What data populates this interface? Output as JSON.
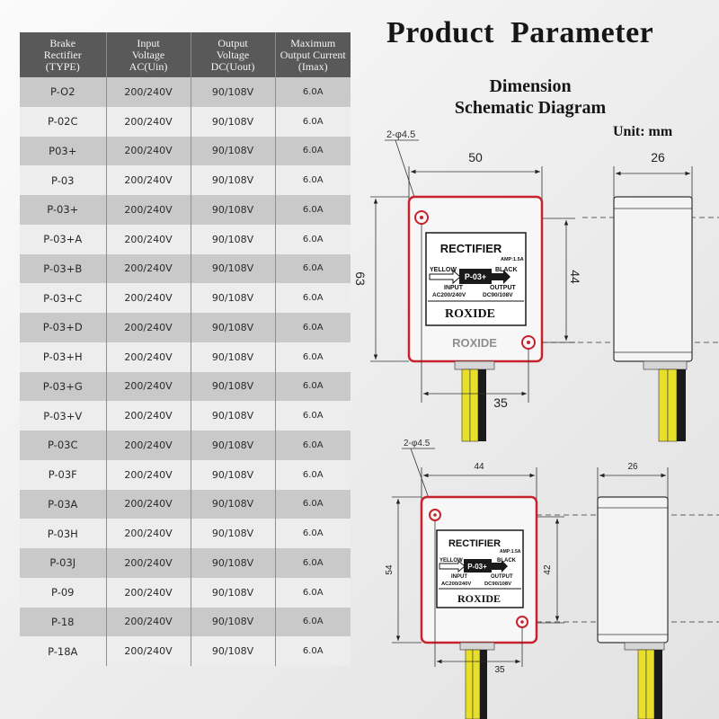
{
  "title": "Product  Parameter",
  "subtitle": [
    "Dimension",
    "Schematic Diagram"
  ],
  "unit_label": "Unit: mm",
  "table": {
    "headers": [
      [
        "Brake",
        "Rectifier",
        "(TYPE)"
      ],
      [
        "Input",
        "Voltage",
        "AC(Uin)"
      ],
      [
        "Output",
        "Voltage",
        "DC(Uout)"
      ],
      [
        "Maximum",
        "Output Current",
        "(Imax)"
      ]
    ],
    "rows": [
      [
        "P-O2",
        "200/240V",
        "90/108V",
        "6.0A"
      ],
      [
        "P-02C",
        "200/240V",
        "90/108V",
        "6.0A"
      ],
      [
        "P03+",
        "200/240V",
        "90/108V",
        "6.0A"
      ],
      [
        "P-03",
        "200/240V",
        "90/108V",
        "6.0A"
      ],
      [
        "P-03+",
        "200/240V",
        "90/108V",
        "6.0A"
      ],
      [
        "P-03+A",
        "200/240V",
        "90/108V",
        "6.0A"
      ],
      [
        "P-03+B",
        "200/240V",
        "90/108V",
        "6.0A"
      ],
      [
        "P-03+C",
        "200/240V",
        "90/108V",
        "6.0A"
      ],
      [
        "P-03+D",
        "200/240V",
        "90/108V",
        "6.0A"
      ],
      [
        "P-03+H",
        "200/240V",
        "90/108V",
        "6.0A"
      ],
      [
        "P-03+G",
        "200/240V",
        "90/108V",
        "6.0A"
      ],
      [
        "P-03+V",
        "200/240V",
        "90/108V",
        "6.0A"
      ],
      [
        "P-03C",
        "200/240V",
        "90/108V",
        "6.0A"
      ],
      [
        "P-03F",
        "200/240V",
        "90/108V",
        "6.0A"
      ],
      [
        "P-03A",
        "200/240V",
        "90/108V",
        "6.0A"
      ],
      [
        "P-03H",
        "200/240V",
        "90/108V",
        "6.0A"
      ],
      [
        "P-03J",
        "200/240V",
        "90/108V",
        "6.0A"
      ],
      [
        "P-09",
        "200/240V",
        "90/108V",
        "6.0A"
      ],
      [
        "P-18",
        "200/240V",
        "90/108V",
        "6.0A"
      ],
      [
        "P-18A",
        "200/240V",
        "90/108V",
        "6.0A"
      ]
    ]
  },
  "diagram_large": {
    "hole_label": "2-φ4.5",
    "width_label": "50",
    "depth_label": "26",
    "height_label": "63",
    "inner_height_label": "44",
    "hole_spacing_label": "35",
    "label_title": "RECTIFIER",
    "amp_text": "AMP:1.5A",
    "yellow_text": "YELLOW",
    "black_text": "BLACK",
    "model_text": "P-03+",
    "input_text": "INPUT",
    "output_text": "OUTPUT",
    "input_voltage": "AC200/240V",
    "output_voltage": "DC90/108V",
    "brand": "ROXIDE",
    "case_brand": "ROXIDE"
  },
  "diagram_small": {
    "hole_label": "2-φ4.5",
    "width_label": "44",
    "depth_label": "26",
    "height_label": "54",
    "inner_height_label": "42",
    "hole_spacing_label": "35",
    "label_title": "RECTIFIER",
    "amp_text": "AMP:1.5A",
    "yellow_text": "YELLOW",
    "black_text": "BLACK",
    "model_text": "P-03+",
    "input_text": "INPUT",
    "output_text": "OUTPUT",
    "input_voltage": "AC200/240V",
    "output_voltage": "DC90/108V",
    "brand": "ROXIDE"
  },
  "colors": {
    "outline_red": "#c8232c",
    "header_gray": "#595959",
    "row_dark": "#c9c9c9",
    "row_light": "#ededed",
    "wire_yellow": "#e8df2a",
    "wire_black": "#1a1a1a"
  }
}
